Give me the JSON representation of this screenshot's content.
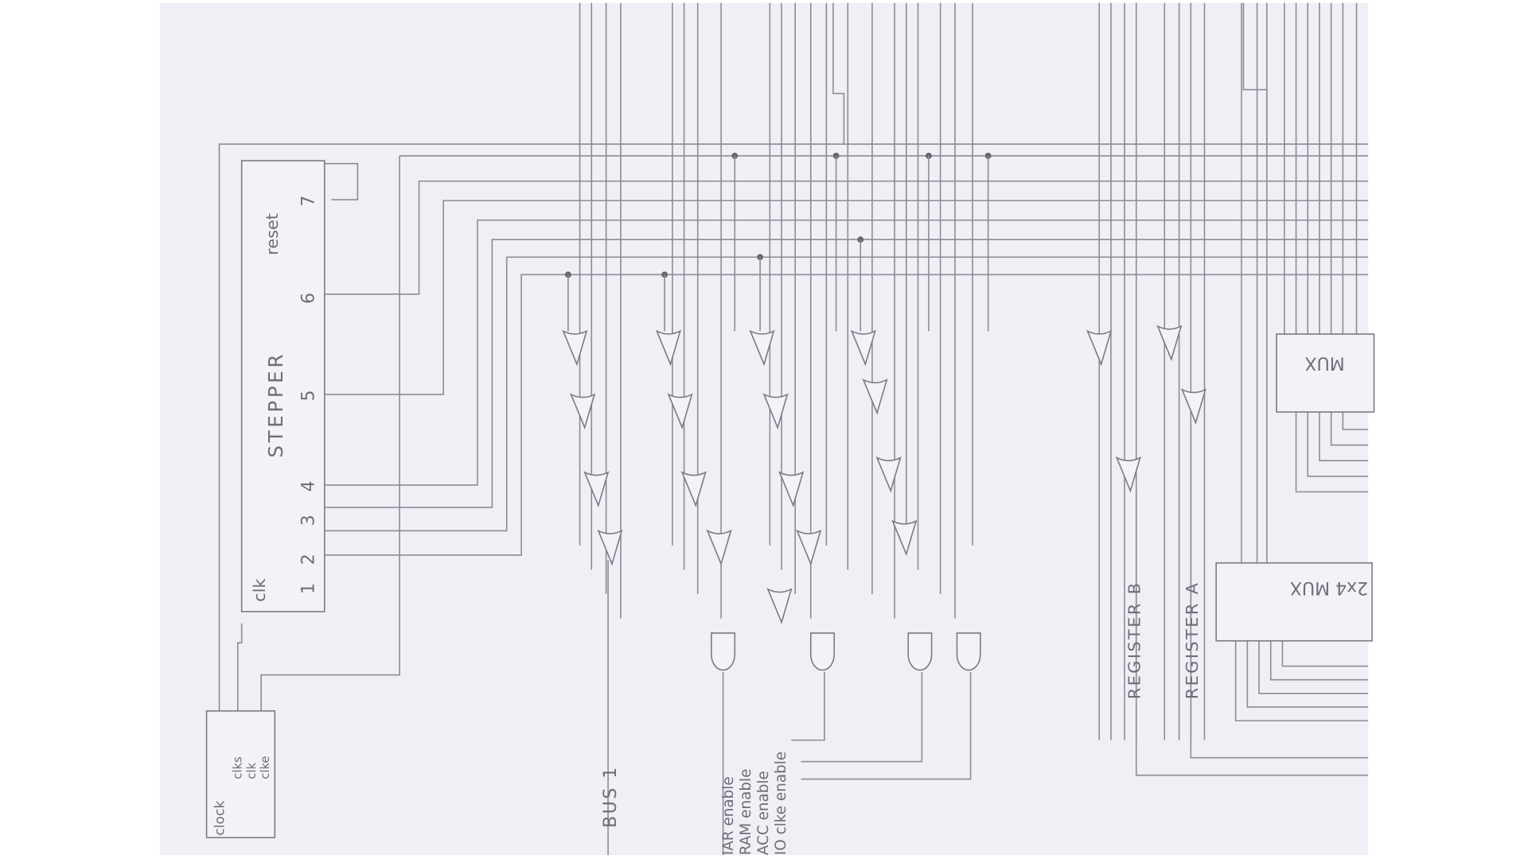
{
  "colors": {
    "paper": "#efeff6",
    "pencil": "#8c8c96",
    "text": "#6e6e78"
  },
  "stepper": {
    "title": "STEPPER",
    "clk_label": "clk",
    "reset_label": "reset",
    "outputs": [
      "1",
      "2",
      "3",
      "4",
      "5",
      "6",
      "7"
    ]
  },
  "clock": {
    "title": "clock",
    "outputs": [
      "clks",
      "clk",
      "clke"
    ]
  },
  "bus_label": "BUS 1",
  "enables": [
    "IAR enable",
    "RAM enable",
    "ACC enable",
    "IO clke enable"
  ],
  "registers": [
    "REGISTER B",
    "REGISTER A"
  ],
  "mux": {
    "top_label": "MUX",
    "bottom_label": "2x4 MUX"
  }
}
